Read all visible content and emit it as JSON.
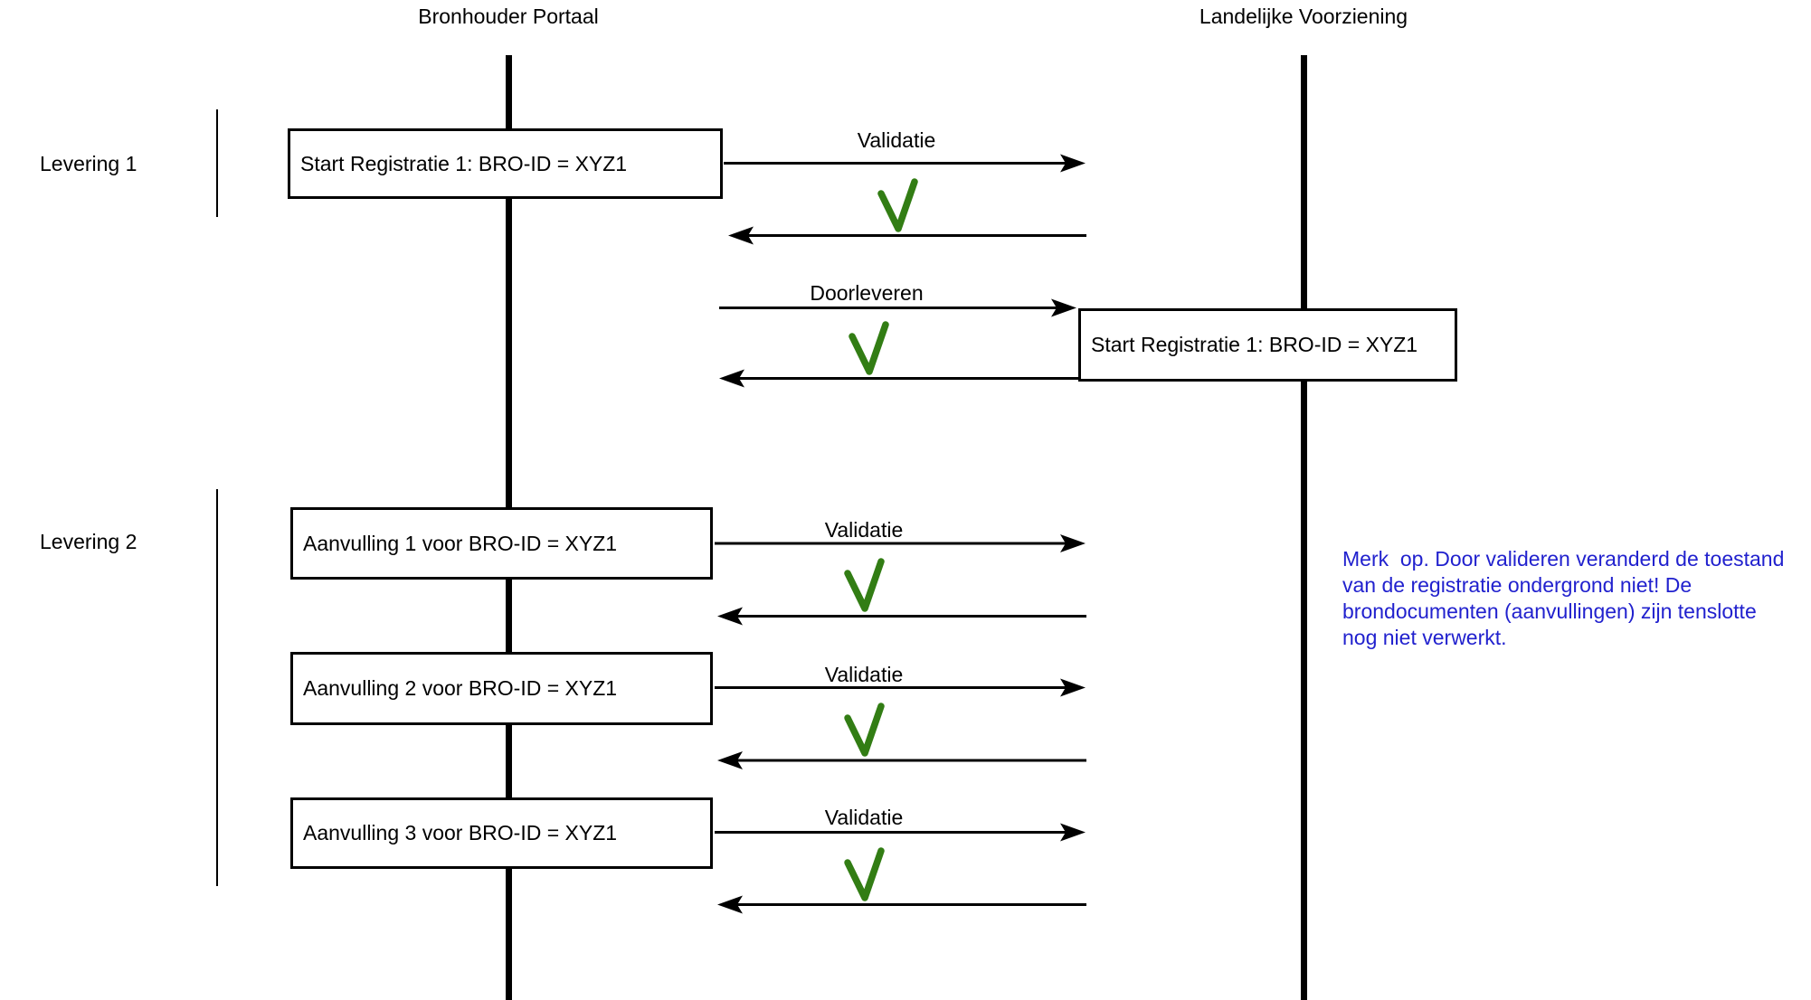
{
  "actors": [
    {
      "label": "Bronhouder Portaal"
    },
    {
      "label": "Landelijke Voorziening"
    }
  ],
  "groups": [
    {
      "label": "Levering 1"
    },
    {
      "label": "Levering 2"
    }
  ],
  "boxes": [
    {
      "id": "start-registratie-portaal",
      "text": "Start Registratie 1: BRO-ID = XYZ1"
    },
    {
      "id": "start-registratie-lv",
      "text": "Start Registratie 1: BRO-ID = XYZ1"
    },
    {
      "id": "aanvulling-1",
      "text": "Aanvulling 1 voor BRO-ID = XYZ1"
    },
    {
      "id": "aanvulling-2",
      "text": "Aanvulling 2 voor BRO-ID = XYZ1"
    },
    {
      "id": "aanvulling-3",
      "text": "Aanvulling 3 voor BRO-ID = XYZ1"
    }
  ],
  "messages": [
    {
      "label": "Validatie",
      "result": "success-checkmark"
    },
    {
      "label": "Doorleveren",
      "result": "success-checkmark"
    },
    {
      "label": "Validatie",
      "result": "success-checkmark"
    },
    {
      "label": "Validatie",
      "result": "success-checkmark"
    },
    {
      "label": "Validatie",
      "result": "success-checkmark"
    }
  ],
  "note": {
    "lines": [
      "Merk  op. Door valideren veranderd de toestand",
      "van de registratie ondergrond niet! De",
      "brondocumenten (aanvullingen) zijn tenslotte",
      "nog niet verwerkt."
    ],
    "color": "#2121ce"
  },
  "colors": {
    "checkmark": "#327d14",
    "line": "#000000",
    "note_text": "#2121ce"
  }
}
